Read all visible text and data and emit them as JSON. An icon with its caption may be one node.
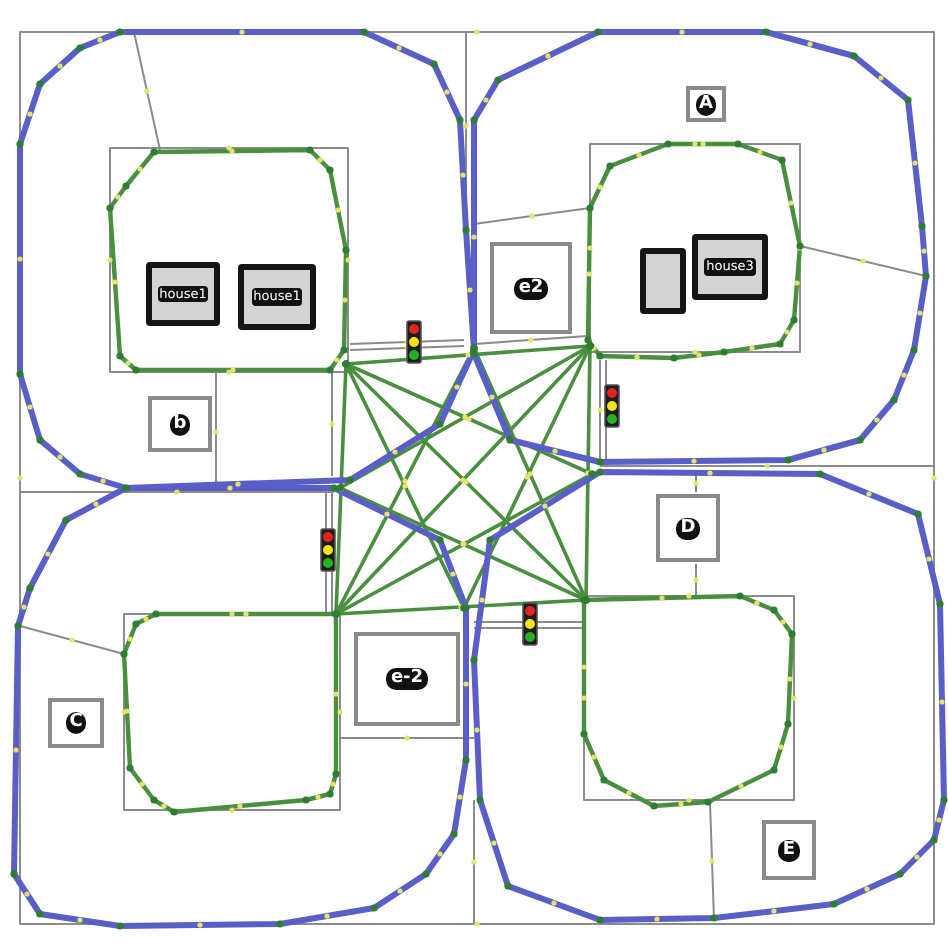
{
  "diagram": {
    "nodes": [
      {
        "text": [
          "A"
        ]
      },
      {
        "text": [
          "house1"
        ]
      },
      {
        "text": [
          "house1"
        ]
      },
      {
        "text": [
          "e2"
        ]
      },
      {
        "text": [],
        "shape": "box"
      },
      {
        "text": [
          "house3"
        ]
      },
      {
        "text": [
          "b"
        ]
      },
      {
        "text": [
          "D"
        ]
      },
      {
        "text": [
          "e-2"
        ]
      },
      {
        "text": [
          "C"
        ]
      },
      {
        "text": [
          "E"
        ]
      }
    ]
  }
}
